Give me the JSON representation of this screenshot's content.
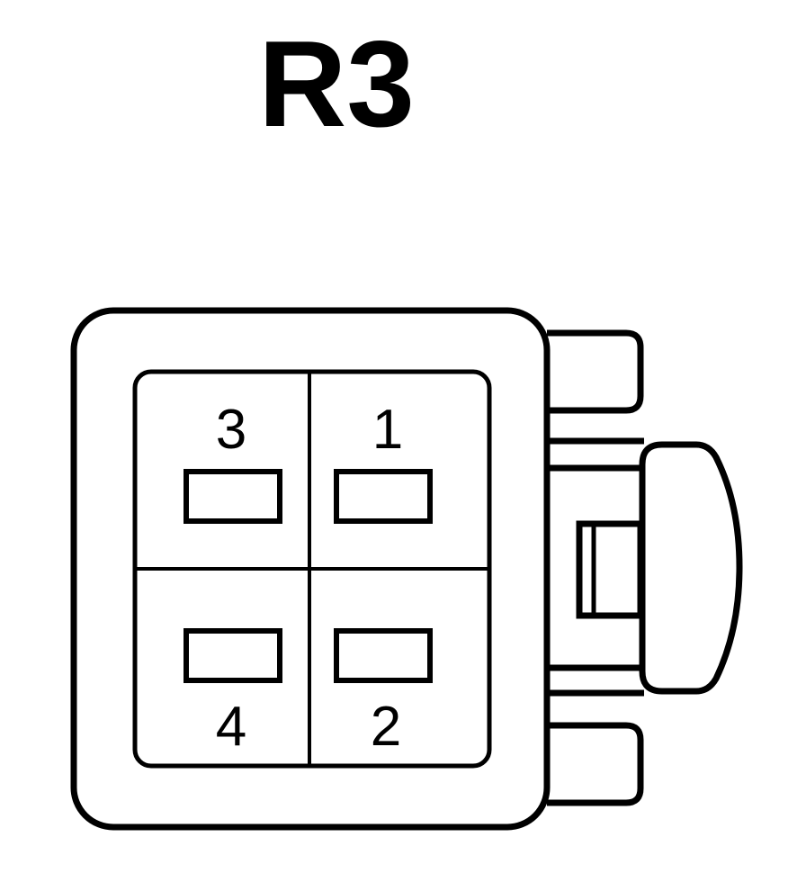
{
  "diagram": {
    "title": "R3",
    "pins": [
      {
        "number": "3"
      },
      {
        "number": "1"
      },
      {
        "number": "4"
      },
      {
        "number": "2"
      }
    ],
    "colors": {
      "stroke": "#000000",
      "fill": "#ffffff"
    }
  }
}
